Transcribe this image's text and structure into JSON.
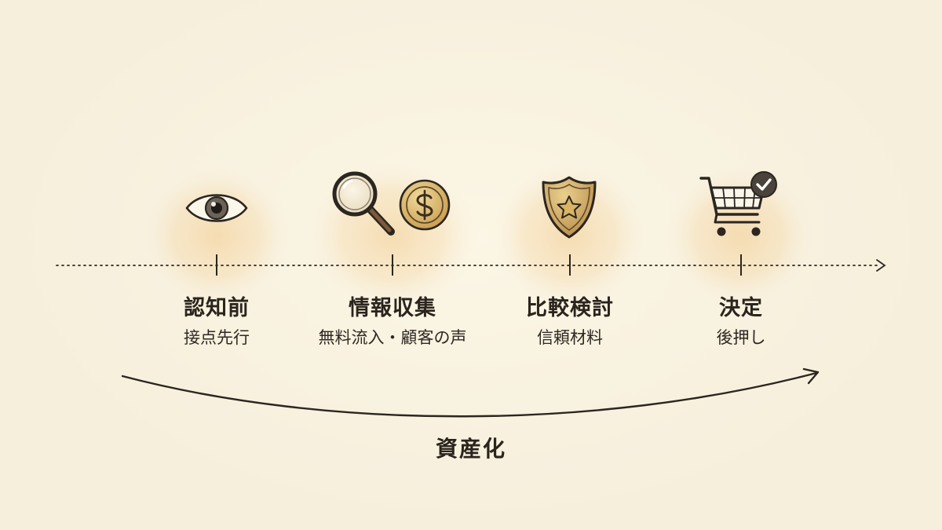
{
  "stages": [
    {
      "title": "認知前",
      "subtitle": "接点先行",
      "icons": [
        "eye-icon"
      ]
    },
    {
      "title": "情報収集",
      "subtitle": "無料流入・顧客の声",
      "icons": [
        "magnifier-icon",
        "coin-icon"
      ]
    },
    {
      "title": "比較検討",
      "subtitle": "信頼材料",
      "icons": [
        "shield-star-icon"
      ]
    },
    {
      "title": "決定",
      "subtitle": "後押し",
      "icons": [
        "cart-check-icon"
      ]
    }
  ],
  "footer": {
    "label": "資産化"
  },
  "colors": {
    "background": "#f6efdc",
    "glow": "#f2c98a",
    "ink": "#2b2620",
    "icon_fill": "#d9b56a",
    "coin_fill": "#e3c27a"
  }
}
